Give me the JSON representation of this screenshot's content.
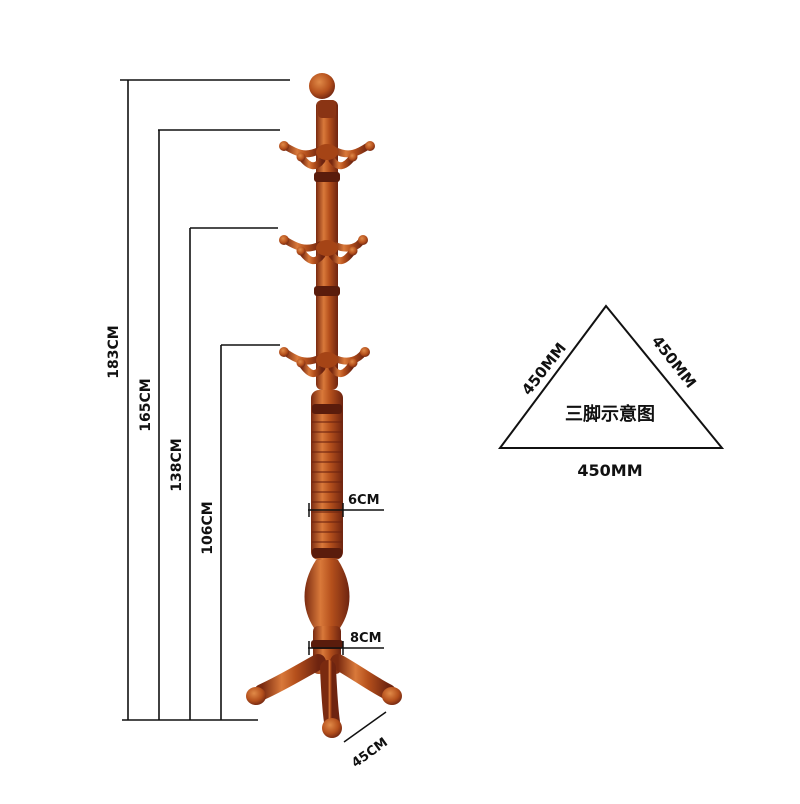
{
  "dimensions": {
    "height_total": "183CM",
    "height_top_hooks": "165CM",
    "height_middle_hooks": "138CM",
    "height_bottom_hooks": "106CM",
    "pole_diameter": "6CM",
    "base_diameter": "8CM",
    "leg_length": "45CM"
  },
  "tripod_diagram": {
    "title": "三脚示意图",
    "side_left": "450MM",
    "side_right": "450MM",
    "side_bottom": "450MM"
  },
  "colors": {
    "wood_main": "#b5501c",
    "wood_light": "#d9793a",
    "wood_dark": "#6e2410",
    "line": "#111111"
  },
  "icons": {
    "product": "coat-rack-icon"
  }
}
